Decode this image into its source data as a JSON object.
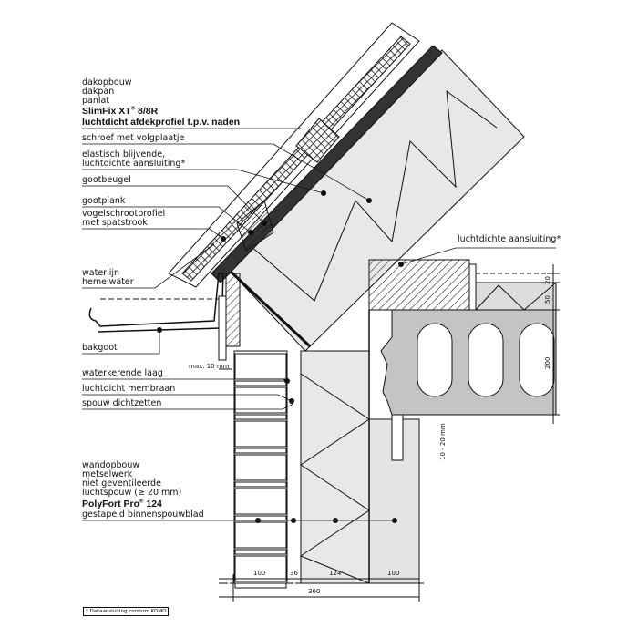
{
  "labels": {
    "roof_group": "dakopbouw",
    "roof_tile": "dakpan",
    "batten": "panlat",
    "product_roof": "SlimFix XT",
    "product_roof_suffix": "8/8R",
    "airtight_profile": "luchtdicht afdekprofiel t.p.v. naden",
    "screw": "schroef met volgplaatje",
    "elastic_1": "elastisch blijvende,",
    "elastic_2": "luchtdichte aansluiting*",
    "gutter_bracket": "gootbeugel",
    "gutter_board": "gootplank",
    "bird_profile_1": "vogelschrootprofiel",
    "bird_profile_2": "met spatstrook",
    "waterline_1": "waterlijn",
    "waterline_2": "hemelwater",
    "box_gutter": "bakgoot",
    "water_barrier": "waterkerende laag",
    "airtight_membrane": "luchtdicht membraan",
    "cavity_seal": "spouw dichtzetten",
    "wall_group": "wandopbouw",
    "masonry": "metselwerk",
    "cavity_1": "niet geventileerde",
    "cavity_2": "luchtspouw (≥ 20 mm)",
    "product_wall": "PolyFort Pro",
    "product_wall_suffix": "124",
    "inner_leaf": "gestapeld binnenspouwblad",
    "airtight_connection": "luchtdichte aansluiting*",
    "registered": "®"
  },
  "dimensions": {
    "max_gap": "max. 10 mm",
    "gap_range": "10 - 20 mm",
    "right": [
      "20",
      "50",
      "200"
    ],
    "bottom": [
      "100",
      "36",
      "124",
      "100"
    ],
    "total": "360"
  },
  "footnote": "* Dakaansluiting conform KOMO",
  "colors": {
    "concrete": "#c4c4c4",
    "insulation_light": "#dcdcdc",
    "line": "#111111"
  }
}
